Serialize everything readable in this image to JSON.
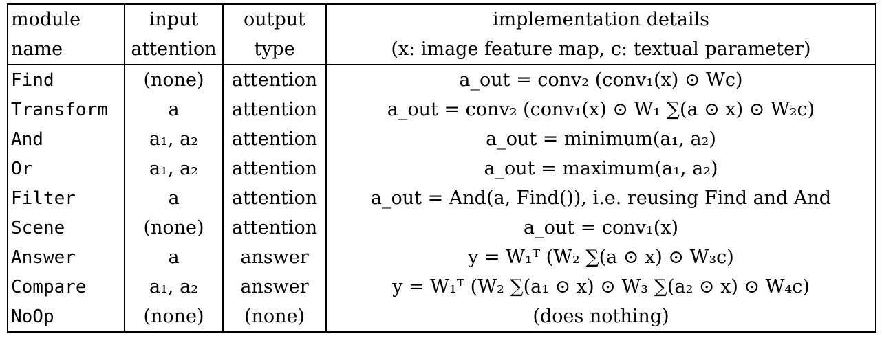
{
  "headers": {
    "module_line1": "module",
    "module_line2": "name",
    "input_line1": "input",
    "input_line2": "attention",
    "output_line1": "output",
    "output_line2": "type",
    "impl_line1": "implementation details",
    "impl_line2": "(x: image feature map, c: textual parameter)"
  },
  "rows": [
    {
      "name": "Find",
      "input": "(none)",
      "output": "attention",
      "impl": "a_out = conv₂ (conv₁(x) ⊙ Wc)"
    },
    {
      "name": "Transform",
      "input": "a",
      "output": "attention",
      "impl": "a_out = conv₂ (conv₁(x) ⊙ W₁ ∑(a ⊙ x) ⊙ W₂c)"
    },
    {
      "name": "And",
      "input": "a₁, a₂",
      "output": "attention",
      "impl": "a_out = minimum(a₁, a₂)"
    },
    {
      "name": "Or",
      "input": "a₁, a₂",
      "output": "attention",
      "impl": "a_out = maximum(a₁, a₂)"
    },
    {
      "name": "Filter",
      "input": "a",
      "output": "attention",
      "impl": "a_out = And(a, Find()), i.e. reusing Find and And"
    },
    {
      "name": "Scene",
      "input": "(none)",
      "output": "attention",
      "impl": "a_out = conv₁(x)"
    },
    {
      "name": "Answer",
      "input": "a",
      "output": "answer",
      "impl": "y = W₁ᵀ (W₂ ∑(a ⊙ x) ⊙ W₃c)"
    },
    {
      "name": "Compare",
      "input": "a₁, a₂",
      "output": "answer",
      "impl": "y = W₁ᵀ (W₂ ∑(a₁ ⊙ x) ⊙ W₃ ∑(a₂ ⊙ x) ⊙ W₄c)"
    },
    {
      "name": "NoOp",
      "input": "(none)",
      "output": "(none)",
      "impl": "(does nothing)"
    }
  ]
}
